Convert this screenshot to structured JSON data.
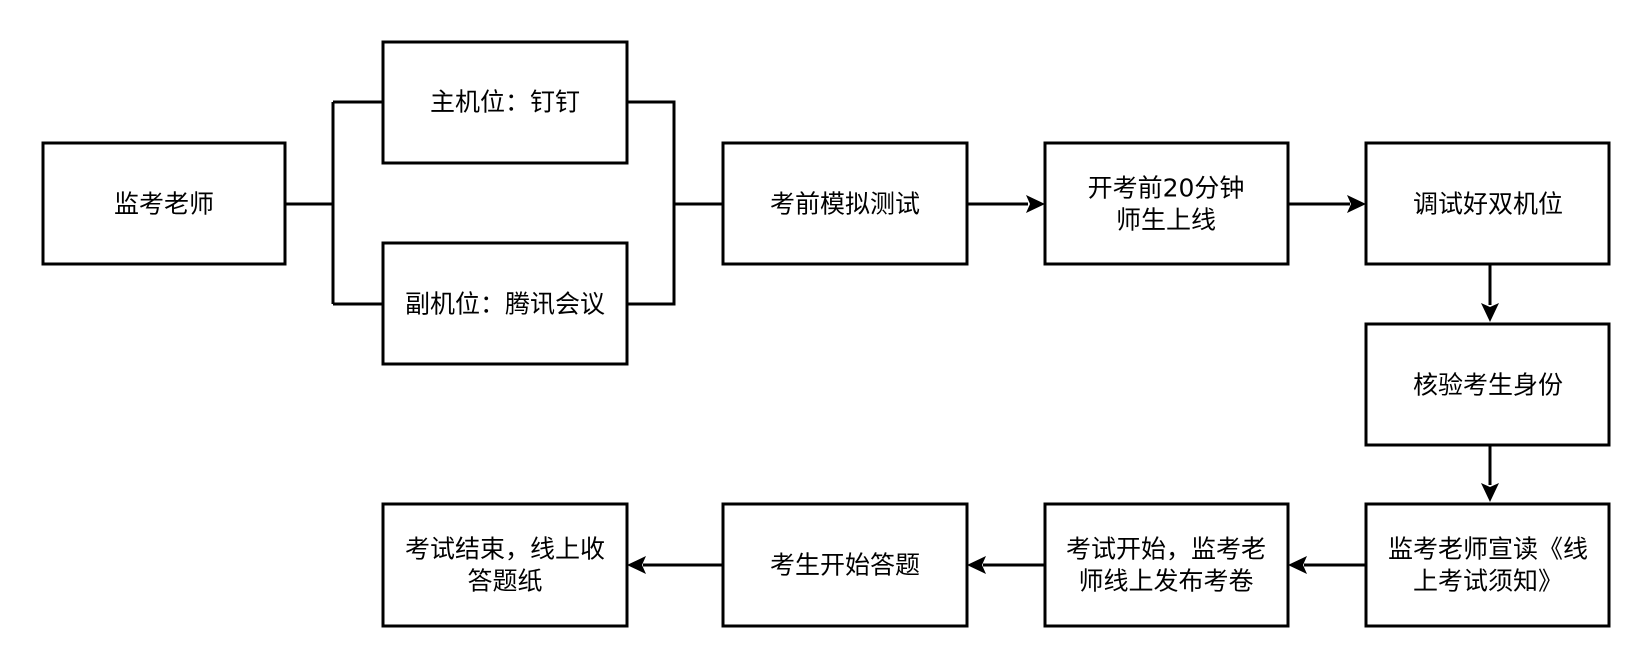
{
  "nodes": {
    "teacher": {
      "lines": [
        "监考老师"
      ]
    },
    "main_camera": {
      "lines": [
        "主机位：钉钉"
      ]
    },
    "sub_camera": {
      "lines": [
        "副机位：腾讯会议"
      ]
    },
    "mock_test": {
      "lines": [
        "考前模拟测试"
      ]
    },
    "online_before": {
      "lines": [
        "开考前20分钟",
        "师生上线"
      ]
    },
    "debug_cameras": {
      "lines": [
        "调试好双机位"
      ]
    },
    "verify_identity": {
      "lines": [
        "核验考生身份"
      ]
    },
    "read_notice": {
      "lines": [
        "监考老师宣读《线",
        "上考试须知》"
      ]
    },
    "exam_start": {
      "lines": [
        "考试开始，监考老",
        "师线上发布考卷"
      ]
    },
    "students_answer": {
      "lines": [
        "考生开始答题"
      ]
    },
    "exam_end": {
      "lines": [
        "考试结束，线上收",
        "答题纸"
      ]
    }
  },
  "colors": {
    "stroke": "#000000",
    "fill": "#ffffff",
    "text": "#000000"
  }
}
